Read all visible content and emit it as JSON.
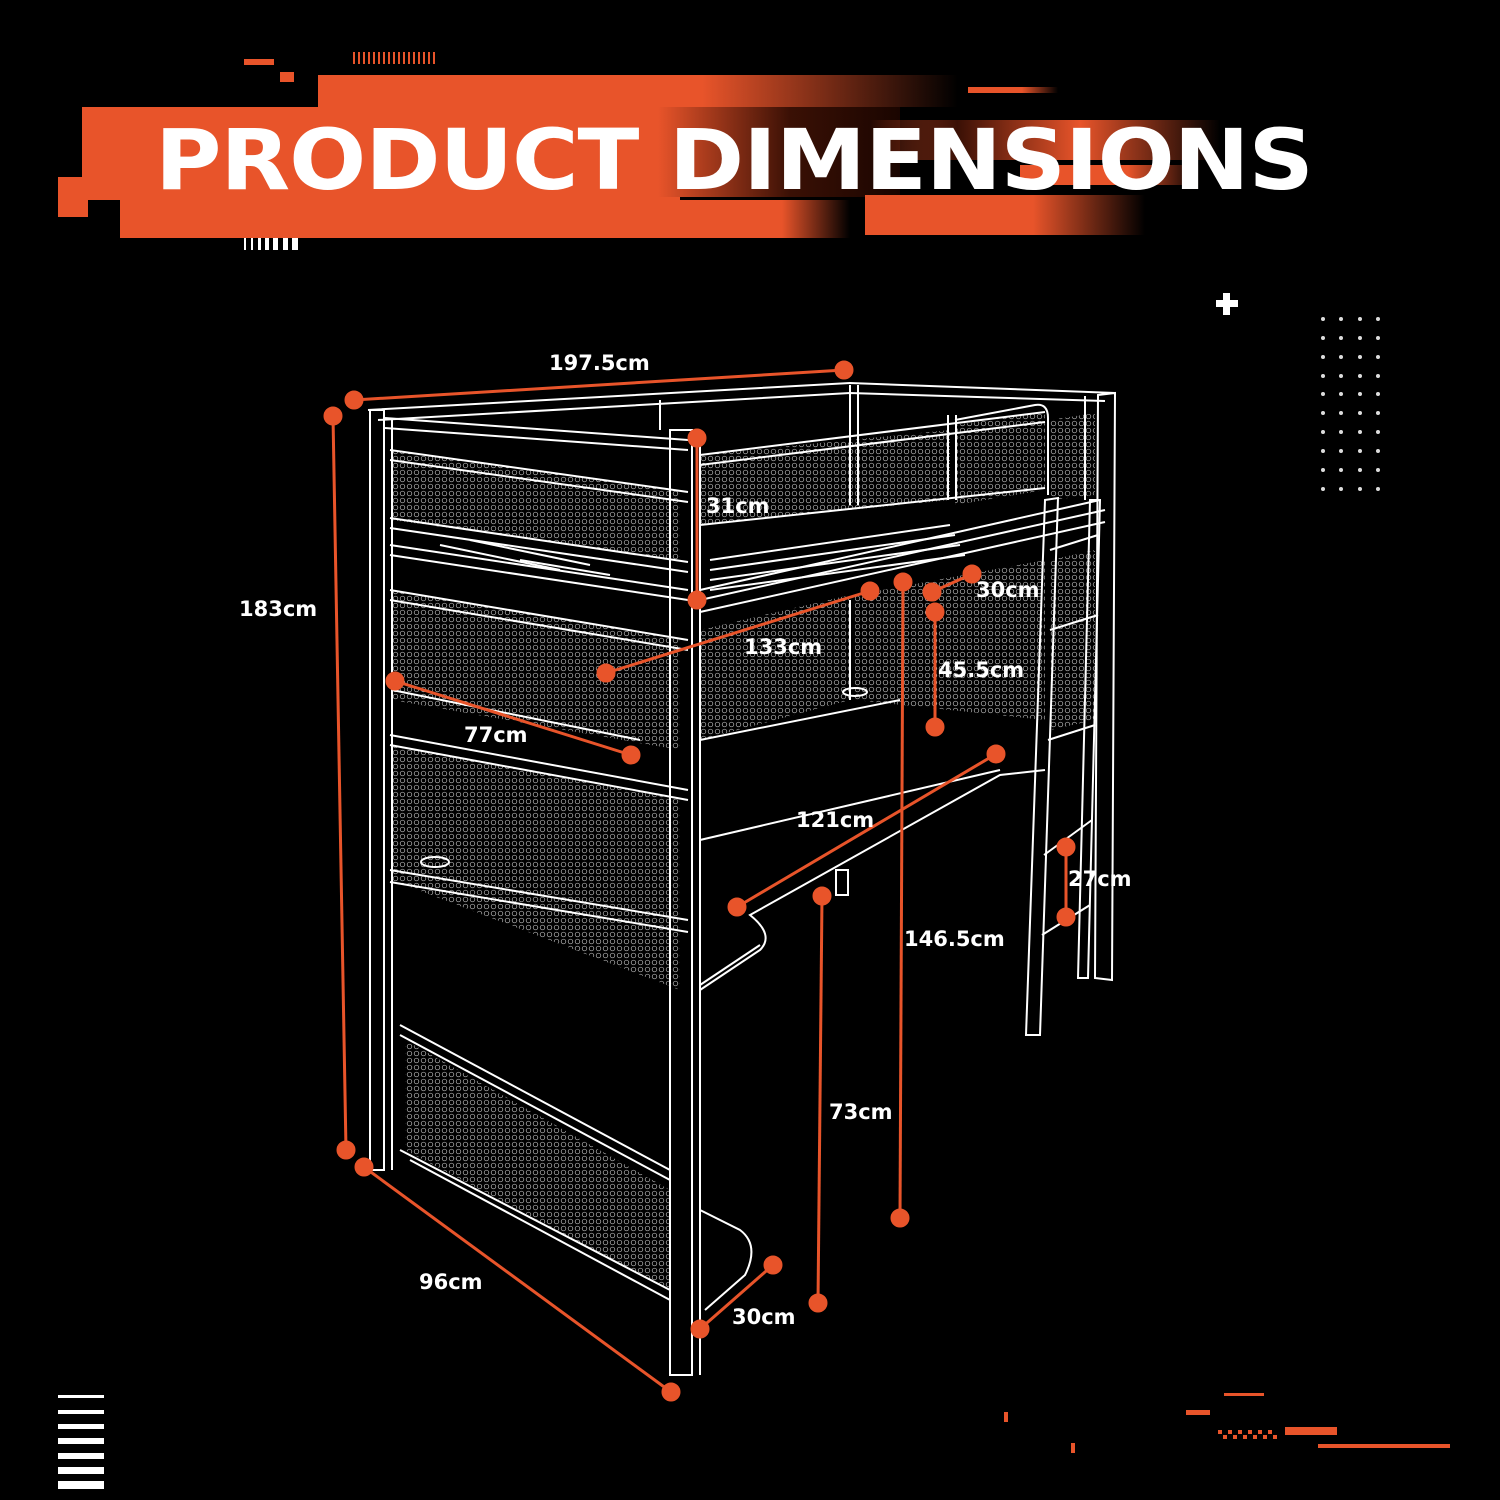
{
  "header": {
    "title": "PRODUCT DIMENSIONS"
  },
  "colors": {
    "accent": "#e8542a",
    "background": "#000000",
    "line": "#ffffff",
    "text": "#ffffff"
  },
  "dimensions": {
    "length": {
      "label": "197.5cm"
    },
    "height": {
      "label": "183cm"
    },
    "guardrail_height": {
      "label": "31cm"
    },
    "shelf_depth_top": {
      "label": "30cm"
    },
    "desk_to_bed_clearance": {
      "label": "45.5cm"
    },
    "shelf_length": {
      "label": "133cm"
    },
    "cabinet_shelf_length": {
      "label": "77cm"
    },
    "desk_length": {
      "label": "121cm"
    },
    "ladder_step_spacing": {
      "label": "27cm"
    },
    "under_bed_height": {
      "label": "146.5cm"
    },
    "desk_height": {
      "label": "73cm"
    },
    "width": {
      "label": "96cm"
    },
    "desk_depth": {
      "label": "30cm"
    }
  },
  "decorations": {
    "plus_icon": "+",
    "dot_grid": {
      "cols": 4,
      "rows": 10
    },
    "stripe_bars": 7
  }
}
